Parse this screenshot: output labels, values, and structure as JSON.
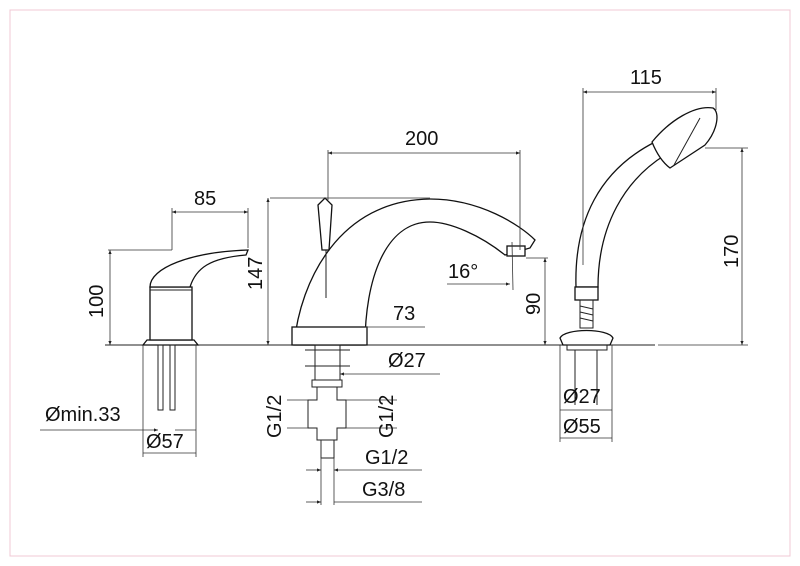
{
  "title": "Bath mixer set technical drawing",
  "frame_color": "#f0c8d4",
  "mixer": {
    "width": "85",
    "height": "100",
    "hole_min": "Ømin.33",
    "base_diameter": "Ø57"
  },
  "spout": {
    "reach": "200",
    "height": "147",
    "base_offset": "73",
    "angle": "16°",
    "outlet_height": "90",
    "shank_diameter": "Ø27",
    "connection_left": "G1/2",
    "connection_right": "G1/2",
    "connection_lower": "G1/2",
    "connection_bottom": "G3/8"
  },
  "shower": {
    "width": "115",
    "height": "170",
    "shank_diameter": "Ø27",
    "base_diameter": "Ø55"
  }
}
